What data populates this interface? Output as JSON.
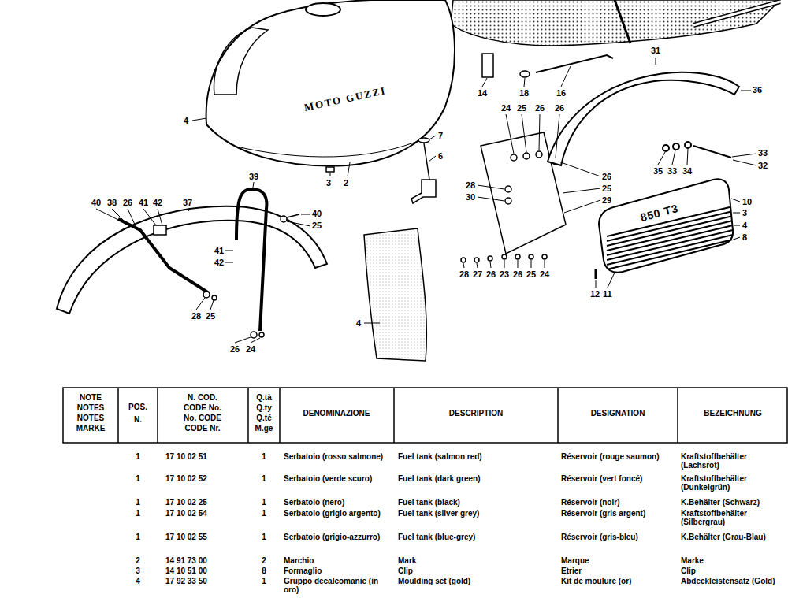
{
  "diagram": {
    "labels": [
      "4",
      "3",
      "2",
      "7",
      "6",
      "14",
      "18",
      "16",
      "24",
      "25",
      "26",
      "26",
      "31",
      "36",
      "33",
      "32",
      "35",
      "33",
      "34",
      "26",
      "25",
      "29",
      "28",
      "30",
      "10",
      "3",
      "4",
      "8",
      "28",
      "27",
      "26",
      "23",
      "26",
      "25",
      "24",
      "12",
      "11",
      "40",
      "38",
      "26",
      "41",
      "42",
      "37",
      "39",
      "40",
      "25",
      "41",
      "42",
      "28",
      "25",
      "26",
      "24",
      "4",
      "MOTO GUZZI",
      "850 T3",
      "NOTE",
      "NOTES",
      "NOTES",
      "MARKE",
      "POS.",
      "N.",
      "N. COD.",
      "CODE No.",
      "No. CODE",
      "CODE Nr.",
      "Q.tà",
      "Q.ty",
      "Q.té",
      "M.ge",
      "DENOMINAZIONE",
      "DESCRIPTION",
      "DESIGNATION",
      "BEZEICHNUNG",
      "1",
      "17 10 02 51",
      "1",
      "Serbatoio (rosso salmone)",
      "Fuel tank (salmon red)",
      "Réservoir (rouge saumon)",
      "Kraftstoffbehälter (Lachsrot)",
      "1",
      "17 10 02 52",
      "1",
      "Serbatoio (verde scuro)",
      "Fuel tank (dark green)",
      "Réservoir (vert foncé)",
      "Kraftstoffbehälter (Dunkelgrün)",
      "1",
      "17 10 02 25",
      "1",
      "Serbatoio (nero)",
      "Fuel tank (black)",
      "Réservoir (noir)",
      "K.Behälter (Schwarz)",
      "1",
      "17 10 02 54",
      "1",
      "Serbatoio (grigio argento)",
      "Fuel tank (silver grey)",
      "Réservoir (gris argent)",
      "Kraftstoffbehälter (Silbergrau)",
      "1",
      "17 10 02 55",
      "1",
      "Serbatoio (grigio-azzurro)",
      "Fuel tank (blue-grey)",
      "Réservoir (gris-bleu)",
      "K.Behälter (Grau-Blau)",
      "2",
      "14 91 73 00",
      "2",
      "Marchio",
      "Mark",
      "Marque",
      "Marke",
      "3",
      "14 10 51 00",
      "8",
      "Formaglio",
      "Clip",
      "Etrier",
      "Clip",
      "4",
      "17 92 33 50",
      "1",
      "Gruppo decalcomanie (in oro)",
      "Moulding set (gold)",
      "Kit de moulure (or)",
      "Abdeckleistensatz (Gold)"
    ]
  }
}
